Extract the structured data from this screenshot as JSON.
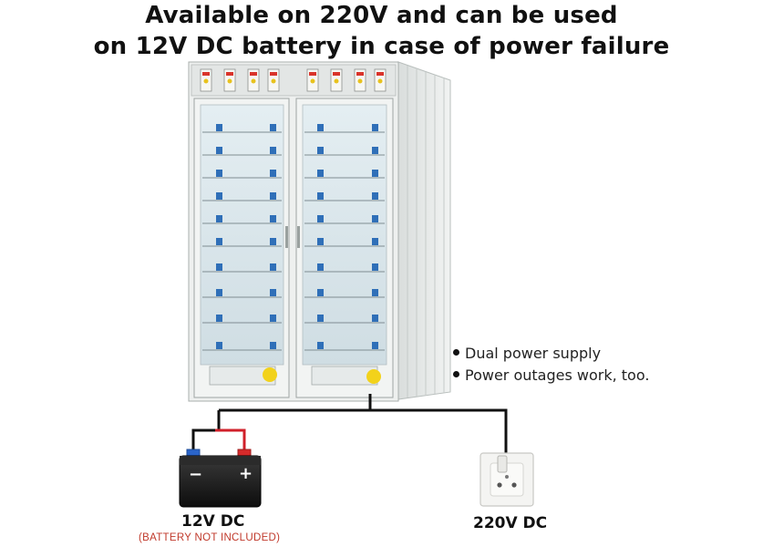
{
  "headline": {
    "line1": "Available on 220V and can be used",
    "line2": "on 12V DC battery in case of power failure"
  },
  "features": [
    "Dual power supply",
    "Power outages work, too."
  ],
  "battery": {
    "label": "12V DC",
    "note": "(BATTERY NOT INCLUDED)",
    "minus": "−",
    "plus": "+"
  },
  "outlet": {
    "label": "220V DC"
  },
  "colors": {
    "cabinet_body": "#eef0ef",
    "cabinet_frame": "#dfe3e2",
    "glass": "#dbe7ec",
    "tray_blue": "#2f6fb8",
    "wire_black": "#111111",
    "wire_red": "#d0202a",
    "terminal_blue": "#2a64c9",
    "terminal_red": "#d62a2a",
    "note_red": "#c0392b"
  }
}
